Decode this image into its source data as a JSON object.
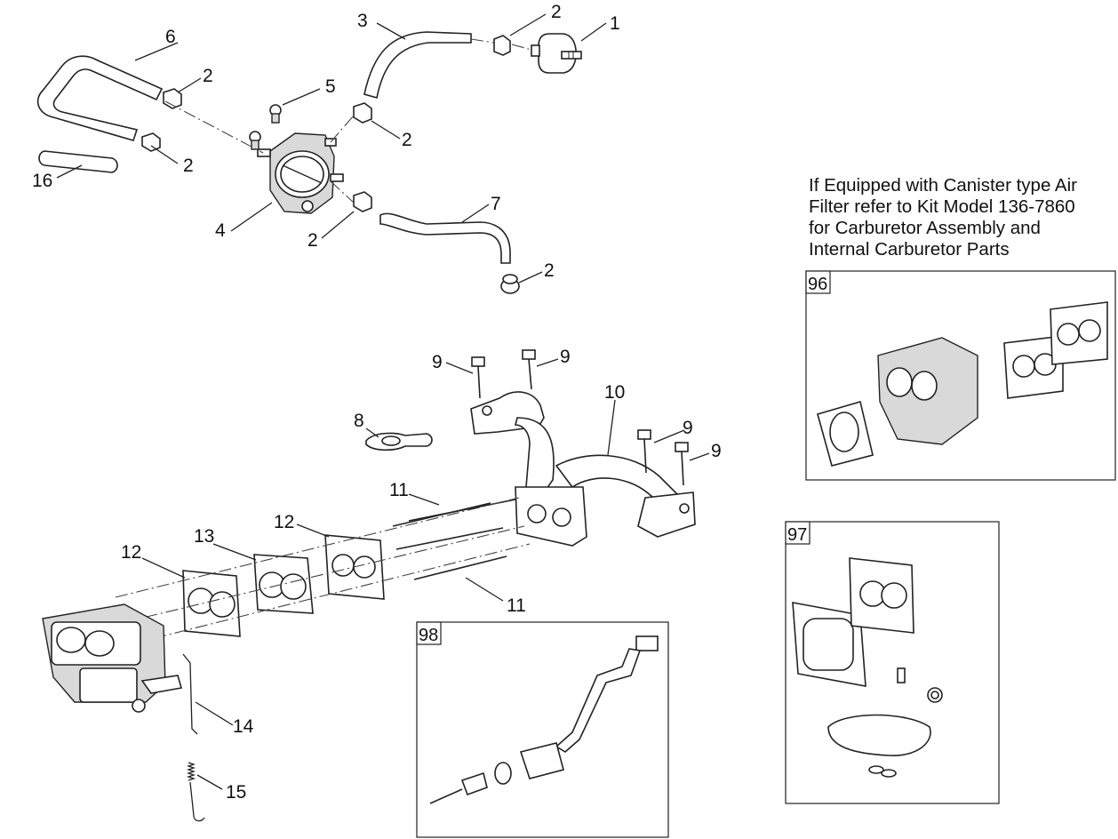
{
  "note": {
    "lines": [
      "If Equipped with Canister type Air",
      "Filter refer to Kit Model 136-7860",
      "for Carburetor Assembly and",
      "Internal Carburetor Parts"
    ]
  },
  "insets": [
    {
      "label": "96"
    },
    {
      "label": "97"
    },
    {
      "label": "98"
    }
  ],
  "callouts": [
    "1",
    "2",
    "3",
    "2",
    "6",
    "2",
    "5",
    "2",
    "2",
    "16",
    "4",
    "2",
    "7",
    "2",
    "9",
    "9",
    "10",
    "9",
    "9",
    "8",
    "11",
    "12",
    "13",
    "12",
    "11",
    "14",
    "15"
  ]
}
